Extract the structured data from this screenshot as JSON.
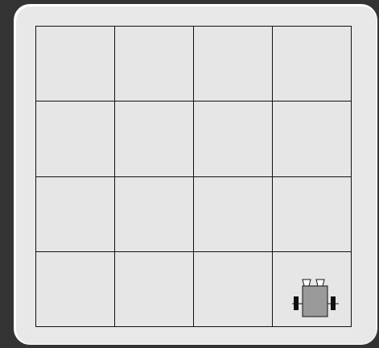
{
  "game": {
    "grid": {
      "rows": 4,
      "cols": 4
    },
    "robot": {
      "row": 4,
      "col": 4,
      "facing": "up",
      "icon": "robot-icon"
    },
    "colors": {
      "background": "#333333",
      "board": "#e8e8e8",
      "gridline": "#111111",
      "robot_body": "#9a9a9a",
      "wheels": "#111111"
    }
  }
}
